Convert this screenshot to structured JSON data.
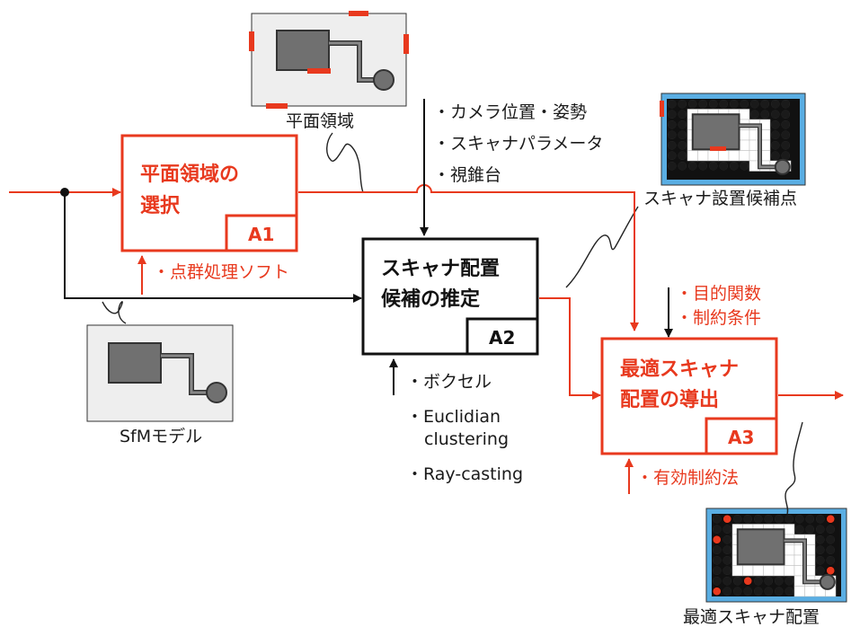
{
  "colors": {
    "accent": "#e8391e",
    "line": "#111111",
    "thumb_bg": "#eeeeee",
    "grid_blue": "#5aaee3",
    "dot_black": "#111111"
  },
  "boxes": {
    "a1": {
      "title_line1": "平面領域の",
      "title_line2": "選択",
      "id": "A1"
    },
    "a2": {
      "title_line1": "スキャナ配置",
      "title_line2": "候補の推定",
      "id": "A2"
    },
    "a3": {
      "title_line1": "最適スキャナ",
      "title_line2": "配置の導出",
      "id": "A3"
    }
  },
  "controls_a2": [
    "・カメラ位置・姿勢",
    "・スキャナパラメータ",
    "・視錐台"
  ],
  "mechanism_a1": "・点群処理ソフト",
  "mechanism_a2": [
    "・ボクセル",
    "・Euclidian",
    "clustering",
    "・Ray-casting"
  ],
  "controls_a3": [
    "・目的関数",
    "・制約条件"
  ],
  "mechanism_a3": "・有効制約法",
  "labels": {
    "plane_region": "平面領域",
    "sfm_model": "SfMモデル",
    "candidates": "スキャナ設置候補点",
    "optimal": "最適スキャナ配置"
  },
  "icons": {
    "plane": "plane-region-thumbnail",
    "sfm": "sfm-model-thumbnail",
    "candidates": "candidate-grid-thumbnail",
    "optimal": "optimal-grid-thumbnail"
  }
}
